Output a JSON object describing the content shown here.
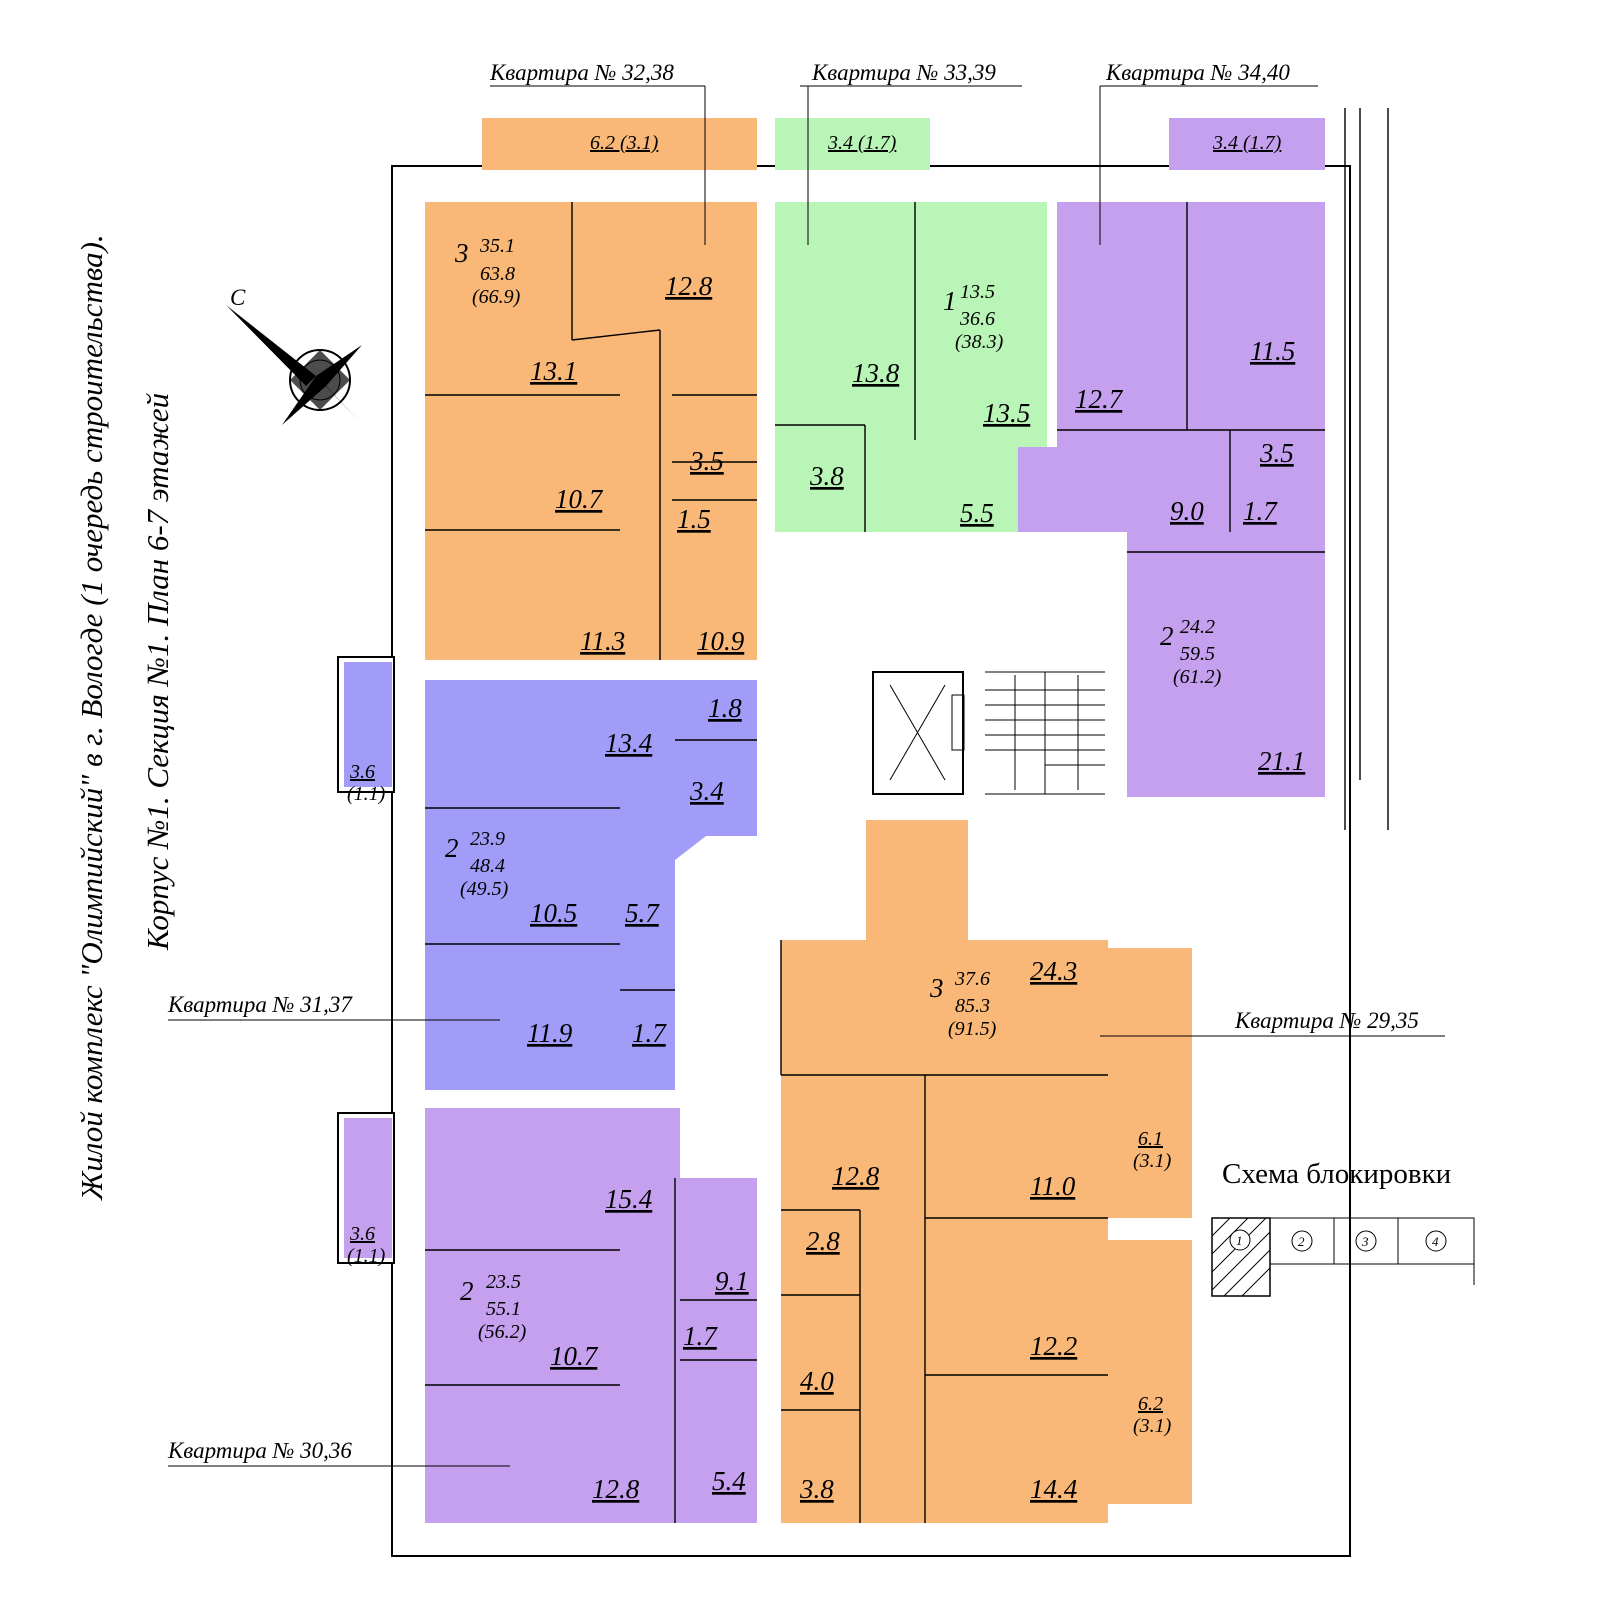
{
  "colors": {
    "orange": "#f9b878",
    "green": "#baf5b8",
    "lilac": "#c4a0ee",
    "blue": "#a09cf8",
    "white": "#ffffff",
    "ink": "#000000"
  },
  "title": {
    "line1": "Жилой комплекс \"Олимпийский\" в г. Вологде (1 очередь строительства).",
    "line2": "Корпус №1. Секция №1. План 6-7 этажей"
  },
  "compass": {
    "label": "С"
  },
  "apartments": {
    "a32": {
      "label": "Квартира № 32,38",
      "rooms": "3",
      "living": "35.1",
      "total": "63.8",
      "total_with_balcony": "(66.9)",
      "balcony": "6.2 (3.1)",
      "areas": [
        "12.8",
        "13.1",
        "3.5",
        "10.7",
        "1.5",
        "11.3",
        "10.9"
      ]
    },
    "a33": {
      "label": "Квартира № 33,39",
      "rooms": "1",
      "living": "13.5",
      "total": "36.6",
      "total_with_balcony": "(38.3)",
      "balcony": "3.4 (1.7)",
      "areas": [
        "13.8",
        "13.5",
        "3.8",
        "5.5"
      ]
    },
    "a34": {
      "label": "Квартира № 34,40",
      "rooms": "2",
      "living": "24.2",
      "total": "59.5",
      "total_with_balcony": "(61.2)",
      "balcony": "3.4 (1.7)",
      "areas": [
        "12.7",
        "11.5",
        "3.5",
        "9.0",
        "1.7",
        "21.1"
      ]
    },
    "a31": {
      "label": "Квартира № 31,37",
      "rooms": "2",
      "living": "23.9",
      "total": "48.4",
      "total_with_balcony": "(49.5)",
      "balcony_a": "3.6",
      "balcony_b": "(1.1)",
      "areas": [
        "1.8",
        "13.4",
        "3.4",
        "10.5",
        "5.7",
        "11.9",
        "1.7"
      ]
    },
    "a30": {
      "label": "Квартира № 30,36",
      "rooms": "2",
      "living": "23.5",
      "total": "55.1",
      "total_with_balcony": "(56.2)",
      "balcony_a": "3.6",
      "balcony_b": "(1.1)",
      "areas": [
        "15.4",
        "9.1",
        "1.7",
        "10.7",
        "12.8",
        "5.4"
      ]
    },
    "a29": {
      "label": "Квартира № 29,35",
      "rooms": "3",
      "living": "37.6",
      "total": "85.3",
      "total_with_balcony": "(91.5)",
      "balcony1_a": "6.1",
      "balcony1_b": "(3.1)",
      "balcony2_a": "6.2",
      "balcony2_b": "(3.1)",
      "areas": [
        "24.3",
        "12.8",
        "11.0",
        "2.8",
        "12.2",
        "4.0",
        "3.8",
        "14.4"
      ]
    }
  },
  "schema": {
    "title": "Схема блокировки",
    "blocks": [
      "1",
      "2",
      "3",
      "4"
    ]
  }
}
